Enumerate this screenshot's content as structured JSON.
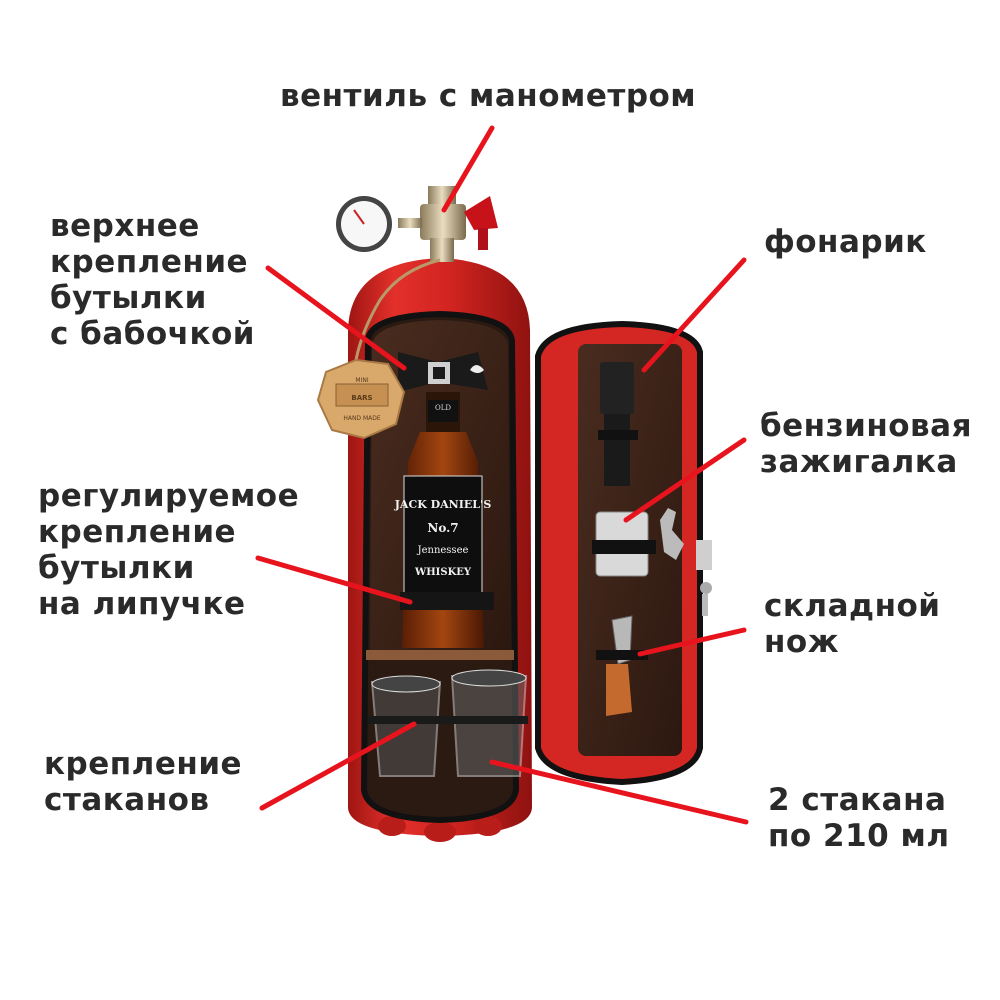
{
  "labels": {
    "valve": [
      "вентиль с манометром"
    ],
    "top_mount": [
      "верхнее",
      "крепление",
      "бутылки",
      "с бабочкой"
    ],
    "flashlight": [
      "фонарик"
    ],
    "lighter": [
      "бензиновая",
      "зажигалка"
    ],
    "adjustable_mount": [
      "регулируемое",
      "крепление",
      "бутылки",
      "на липучке"
    ],
    "knife": [
      "складной",
      "нож"
    ],
    "glass_mount": [
      "крепление",
      "стаканов"
    ],
    "glasses": [
      "2 стакана",
      "по 210 мл"
    ]
  },
  "product_text": {
    "bottle_brand": "JACK DANIEL'S",
    "bottle_old": "OLD",
    "bottle_no": "No.7",
    "bottle_type": "Jennessee",
    "bottle_kind": "WHISKEY",
    "tag_top": "MINI",
    "tag_mid": "BARS",
    "tag_bottom": "HAND MADE"
  },
  "colors": {
    "pointer": "#e8141d",
    "body_red": "#d8231f",
    "wood": "#3a2218"
  }
}
